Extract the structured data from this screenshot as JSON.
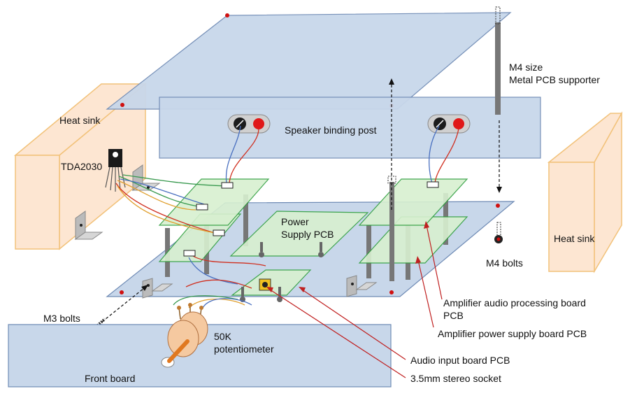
{
  "labels": {
    "heat_sink_left": "Heat sink",
    "tda": "TDA2030",
    "speaker_post": "Speaker binding post",
    "m4_size_1": "M4 size",
    "m4_size_2": "Metal PCB supporter",
    "power_pcb_1": "Power",
    "power_pcb_2": "Supply PCB",
    "m4_bolts": "M4 bolts",
    "heat_sink_right": "Heat sink",
    "amp_audio_1": "Amplifier audio processing board",
    "amp_audio_2": "PCB",
    "amp_power": "Amplifier power supply board PCB",
    "m3_bolts": "M3 bolts",
    "pot_1": "50K",
    "pot_2": "potentiometer",
    "audio_input": "Audio input board PCB",
    "socket": "3.5mm stereo socket",
    "front_board": "Front board"
  },
  "colors": {
    "panel_fill": "#c8d7ea",
    "panel_stroke": "#6f8bb5",
    "heatsink_fill": "#fde6d2",
    "heatsink_stroke": "#f2c27a",
    "pcb_fill": "#d8f0d0",
    "pcb_stroke": "#2e9e3e",
    "standoff": "#777777",
    "hole": "#d01010",
    "callout": "#c02020",
    "wire_red": "#d03020",
    "wire_blue": "#4a70c0",
    "wire_green": "#3a9a50",
    "wire_orange": "#e0a030"
  }
}
